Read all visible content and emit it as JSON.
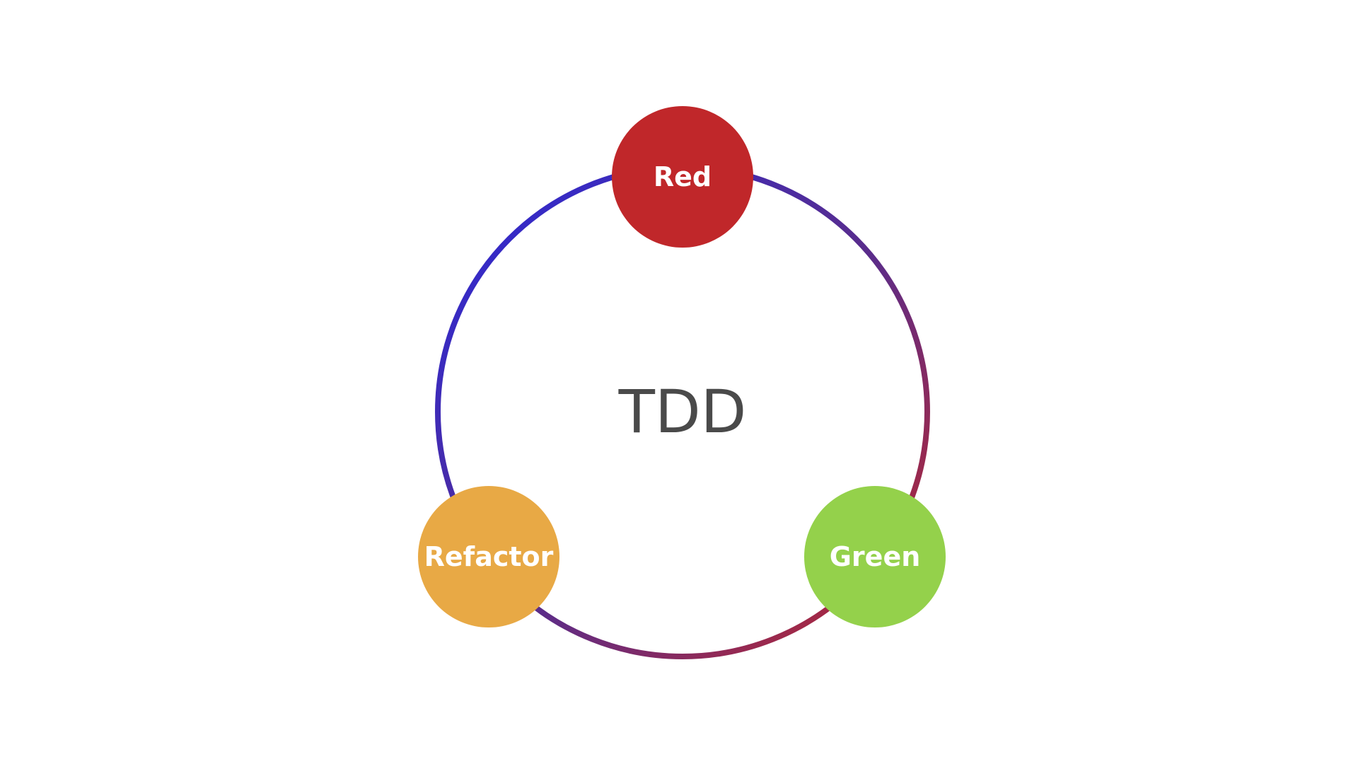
{
  "diagram": {
    "center_label": "TDD",
    "center_label_color": "#4a4a4a",
    "ring_colors": {
      "top": "#c0272a",
      "left": "#2a2ad9",
      "bottom": "#5a2c8a"
    },
    "nodes": [
      {
        "id": "red",
        "label": "Red",
        "color": "#c0272a",
        "text_color": "#ffffff"
      },
      {
        "id": "green",
        "label": "Green",
        "color": "#94d14b",
        "text_color": "#ffffff"
      },
      {
        "id": "refactor",
        "label": "Refactor",
        "color": "#e8a945",
        "text_color": "#ffffff"
      }
    ]
  }
}
